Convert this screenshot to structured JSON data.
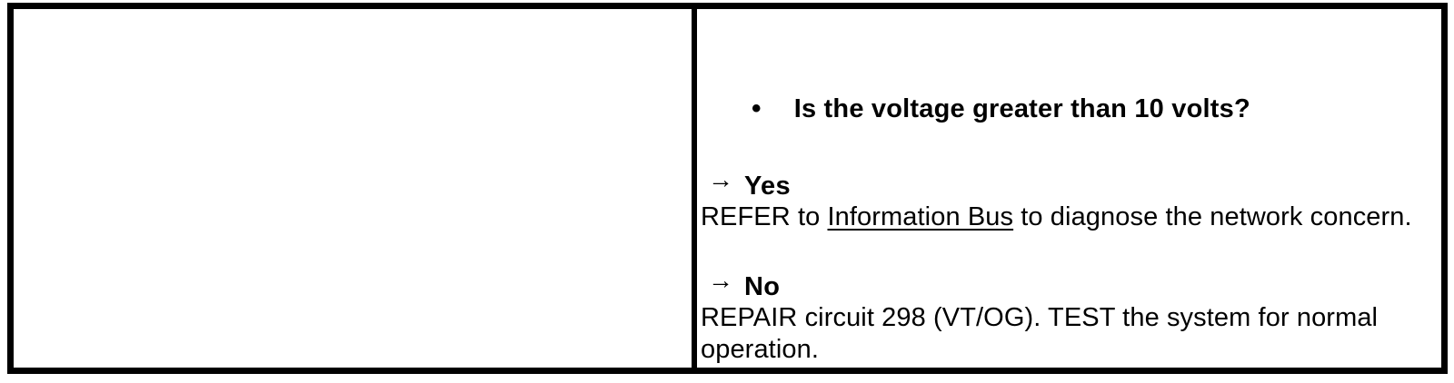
{
  "colors": {
    "background": "#ffffff",
    "border": "#000000",
    "text": "#000000"
  },
  "table": {
    "cells": {
      "left": {},
      "right": {
        "question": {
          "bullet": "•",
          "text": "Is the voltage greater than 10 volts?"
        },
        "branches": [
          {
            "arrow": "→",
            "label": "Yes",
            "action_parts": {
              "prefix": "REFER to ",
              "link": "Information Bus",
              "suffix": " to diagnose the network concern."
            }
          },
          {
            "arrow": "→",
            "label": "No",
            "action": "REPAIR circuit 298 (VT/OG). TEST the system for normal operation."
          }
        ]
      }
    }
  }
}
